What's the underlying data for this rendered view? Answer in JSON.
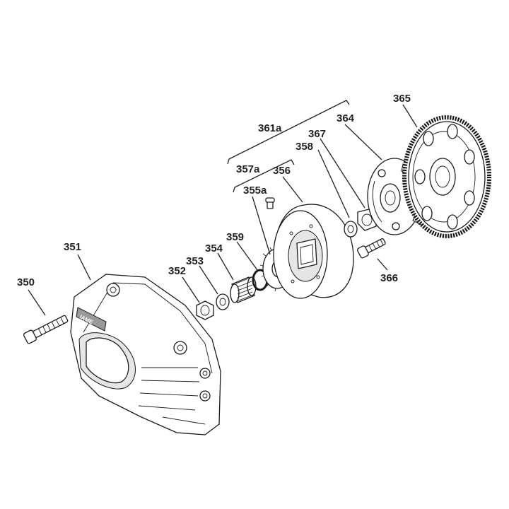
{
  "labels": {
    "p350": "350",
    "p351": "351",
    "p352": "352",
    "p353": "353",
    "p354": "354",
    "p355a": "355a",
    "p356": "356",
    "p357a": "357a",
    "p358": "358",
    "p359": "359",
    "p361a": "361a",
    "p364": "364",
    "p365": "365",
    "p366": "366",
    "p367": "367"
  },
  "housing_logo": "IAME"
}
